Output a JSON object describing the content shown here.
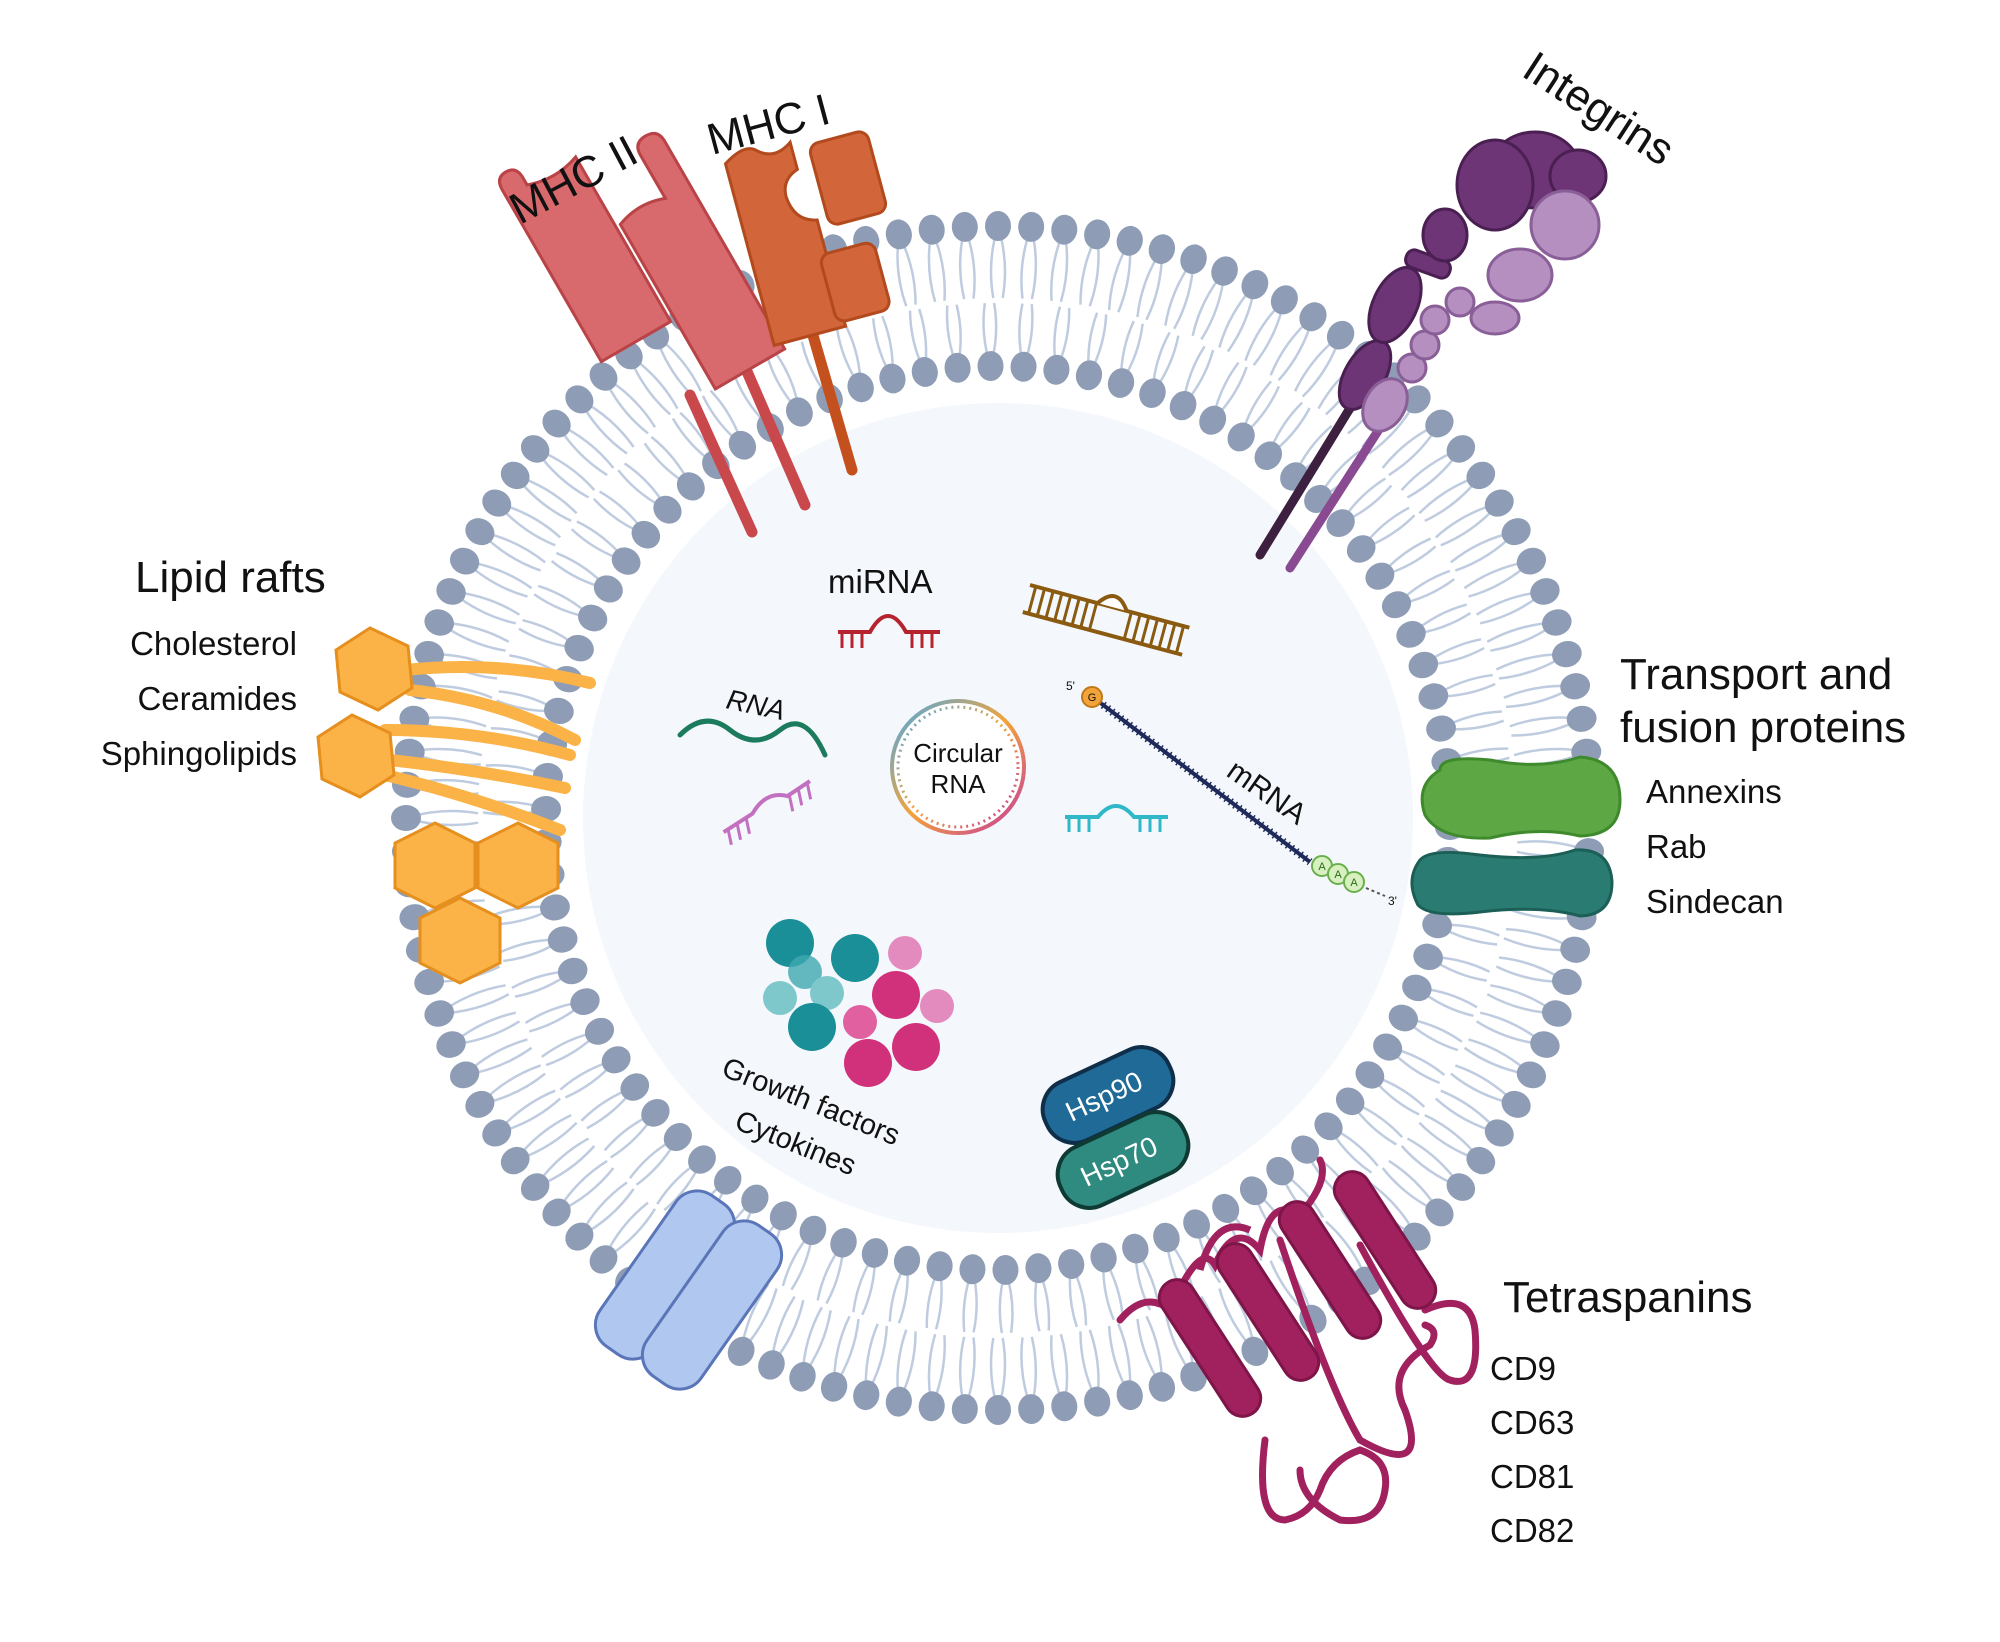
{
  "labels": {
    "mhc2": "MHC II",
    "mhc1": "MHC I",
    "integrins": "Integrins",
    "lipid_rafts": "Lipid rafts",
    "lipid_items": [
      "Cholesterol",
      "Ceramides",
      "Sphingolipids"
    ],
    "transport_title_line1": "Transport and",
    "transport_title_line2": "fusion proteins",
    "transport_items": [
      "Annexins",
      "Rab",
      "Sindecan"
    ],
    "tetraspanins": "Tetraspanins",
    "tetraspanin_items": [
      "CD9",
      "CD63",
      "CD81",
      "CD82"
    ],
    "mirna": "miRNA",
    "rna": "RNA",
    "circular_rna_line1": "Circular",
    "circular_rna_line2": "RNA",
    "mrna": "mRNA",
    "mrna_5prime": "5'",
    "mrna_3prime": "3'",
    "mrna_cap": "G",
    "mrna_polya": [
      "A",
      "A",
      "A"
    ],
    "growth_factors": "Growth factors",
    "cytokines": "Cytokines",
    "hsp90": "Hsp90",
    "hsp70": "Hsp70"
  },
  "colors": {
    "lipid_head": "#8e9db5",
    "lipid_tail": "#bfcce0",
    "lumen": "#f4f8fc",
    "mhc2": "#d86a6e",
    "mhc1": "#d2663a",
    "integrin_dark": "#6d3575",
    "integrin_light": "#b48fc0",
    "lipid_raft": "#fbb347",
    "annexin": "#5da845",
    "rab": "#2a7c72",
    "tetraspanin": "#a0215e",
    "channel": "#b0c8f0",
    "hsp90": "#1f6a96",
    "hsp70": "#2f8a7f"
  }
}
